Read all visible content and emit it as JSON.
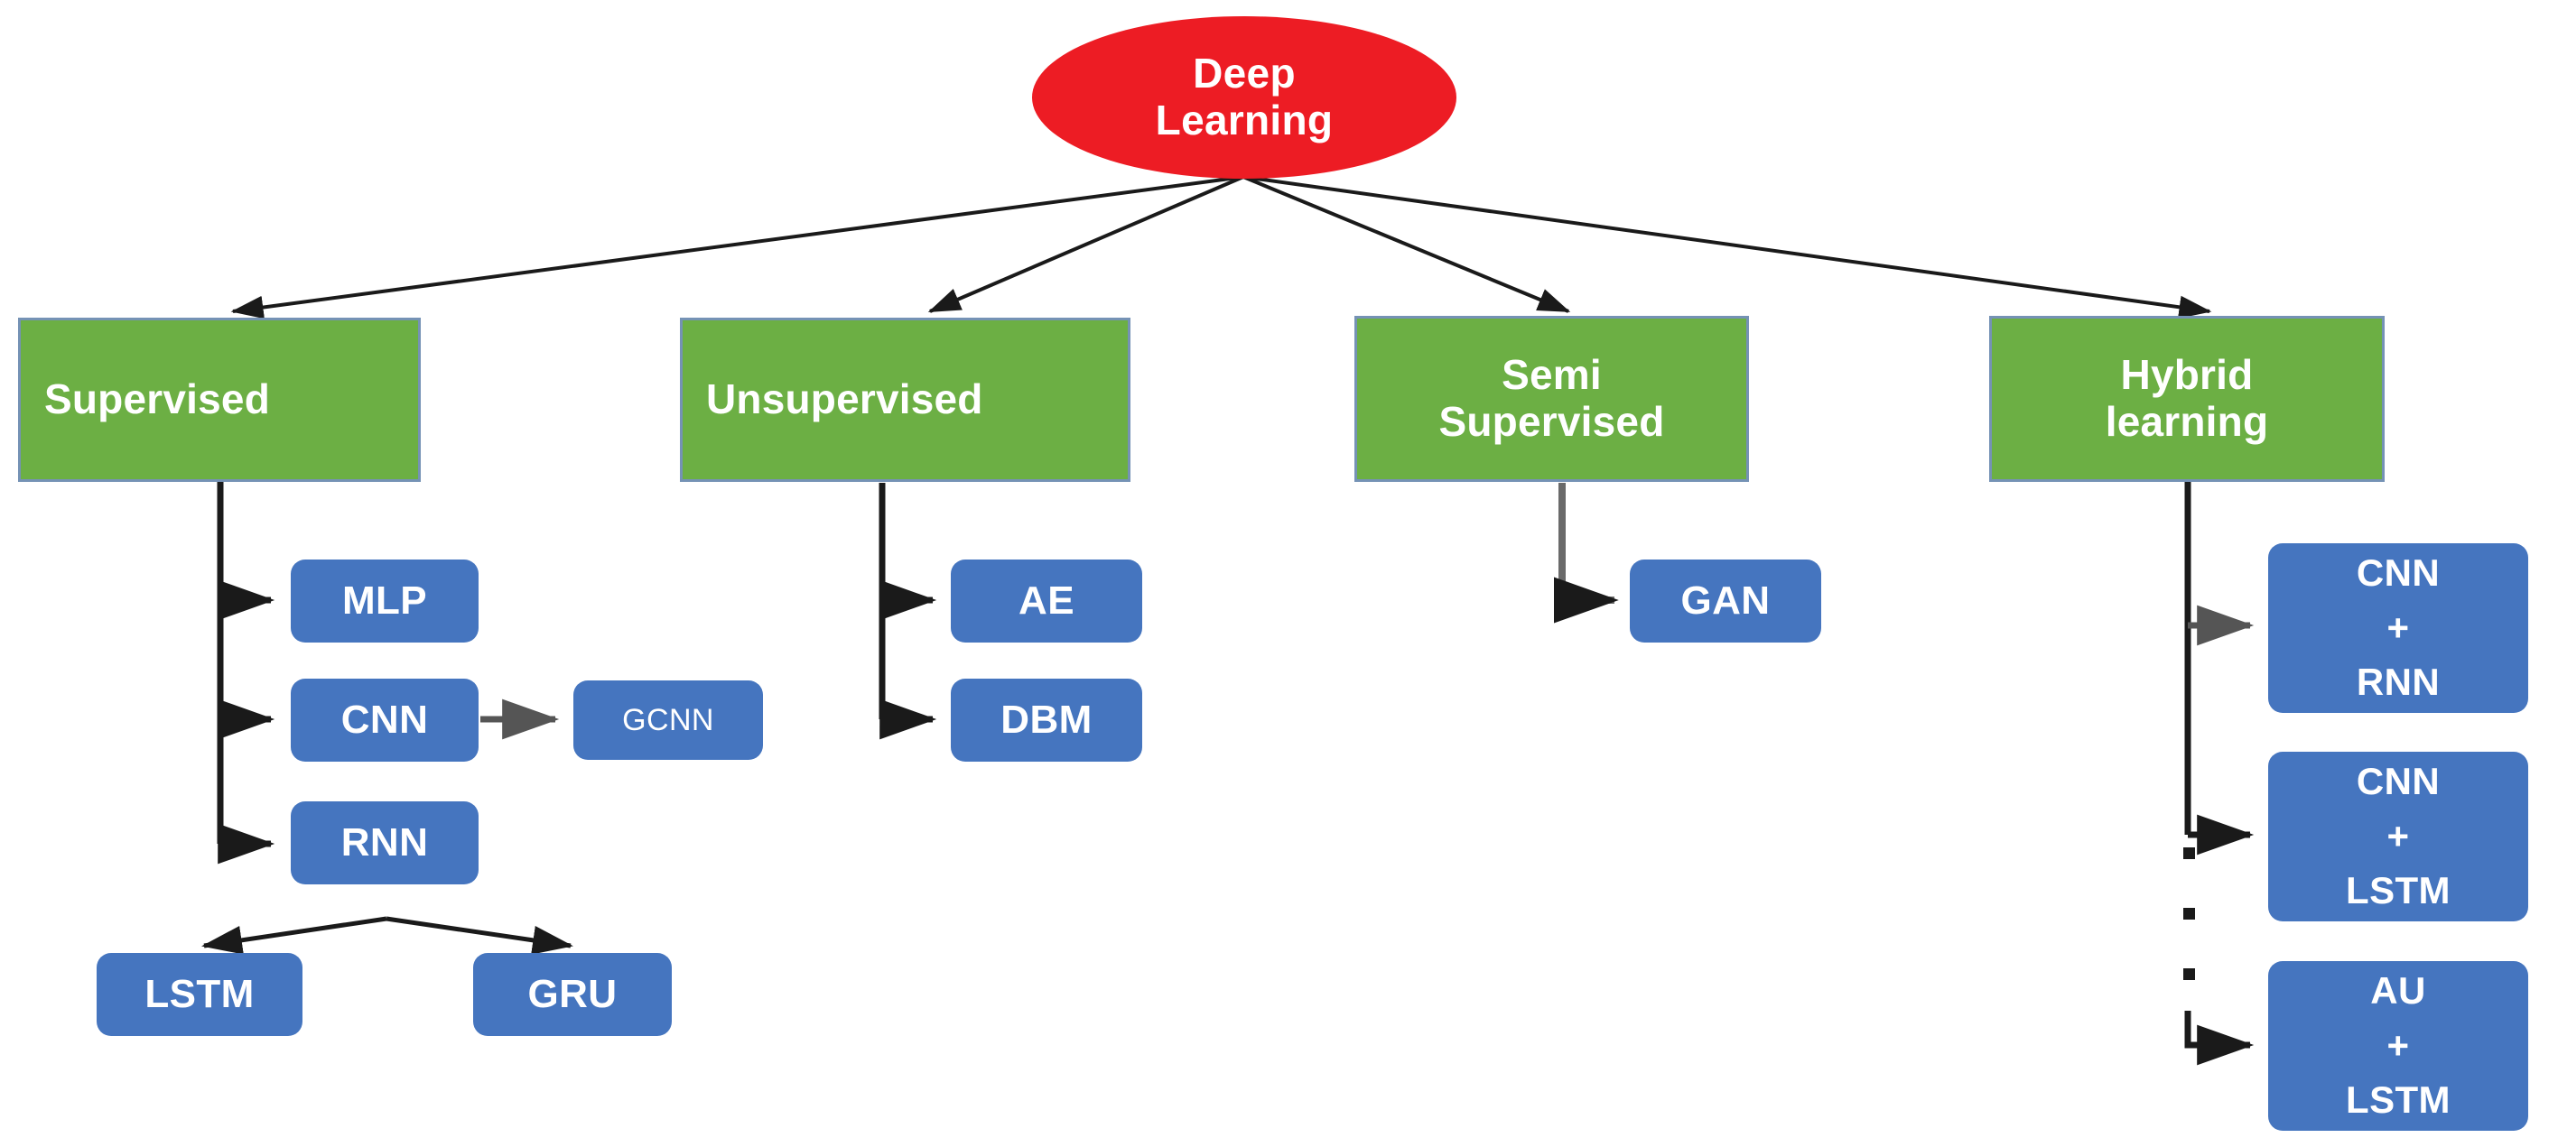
{
  "diagram": {
    "title": "Deep Learning taxonomy",
    "colors": {
      "root_fill": "#ED1C24",
      "category_fill": "#6CAF44",
      "category_border": "#7592B5",
      "leaf_fill": "#4575BF",
      "text": "#FFFFFF",
      "connector": "#1A1A1A",
      "background": "#FFFFFF"
    },
    "root": {
      "label_line1": "Deep",
      "label_line2": "Learning"
    },
    "categories": [
      {
        "id": "supervised",
        "label_line1": "Supervised",
        "label_line2": ""
      },
      {
        "id": "unsupervised",
        "label_line1": "Unsupervised",
        "label_line2": ""
      },
      {
        "id": "semi-supervised",
        "label_line1": "Semi",
        "label_line2": "Supervised"
      },
      {
        "id": "hybrid-learning",
        "label_line1": "Hybrid",
        "label_line2": "learning"
      }
    ],
    "leaves": {
      "mlp": {
        "label": "MLP"
      },
      "cnn": {
        "label": "CNN"
      },
      "gcnn": {
        "label": "GCNN"
      },
      "rnn": {
        "label": "RNN"
      },
      "lstm": {
        "label": "LSTM"
      },
      "gru": {
        "label": "GRU"
      },
      "ae": {
        "label": "AE"
      },
      "dbm": {
        "label": "DBM"
      },
      "gan": {
        "label": "GAN"
      },
      "cnn_rnn": {
        "line1": "CNN",
        "line2": "+",
        "line3": "RNN"
      },
      "cnn_lstm": {
        "line1": "CNN",
        "line2": "+",
        "line3": "LSTM"
      },
      "au_lstm": {
        "line1": "AU",
        "line2": "+",
        "line3": "LSTM"
      }
    },
    "ellipsis": {
      "label": "vertical-ellipsis",
      "count": 3
    }
  }
}
